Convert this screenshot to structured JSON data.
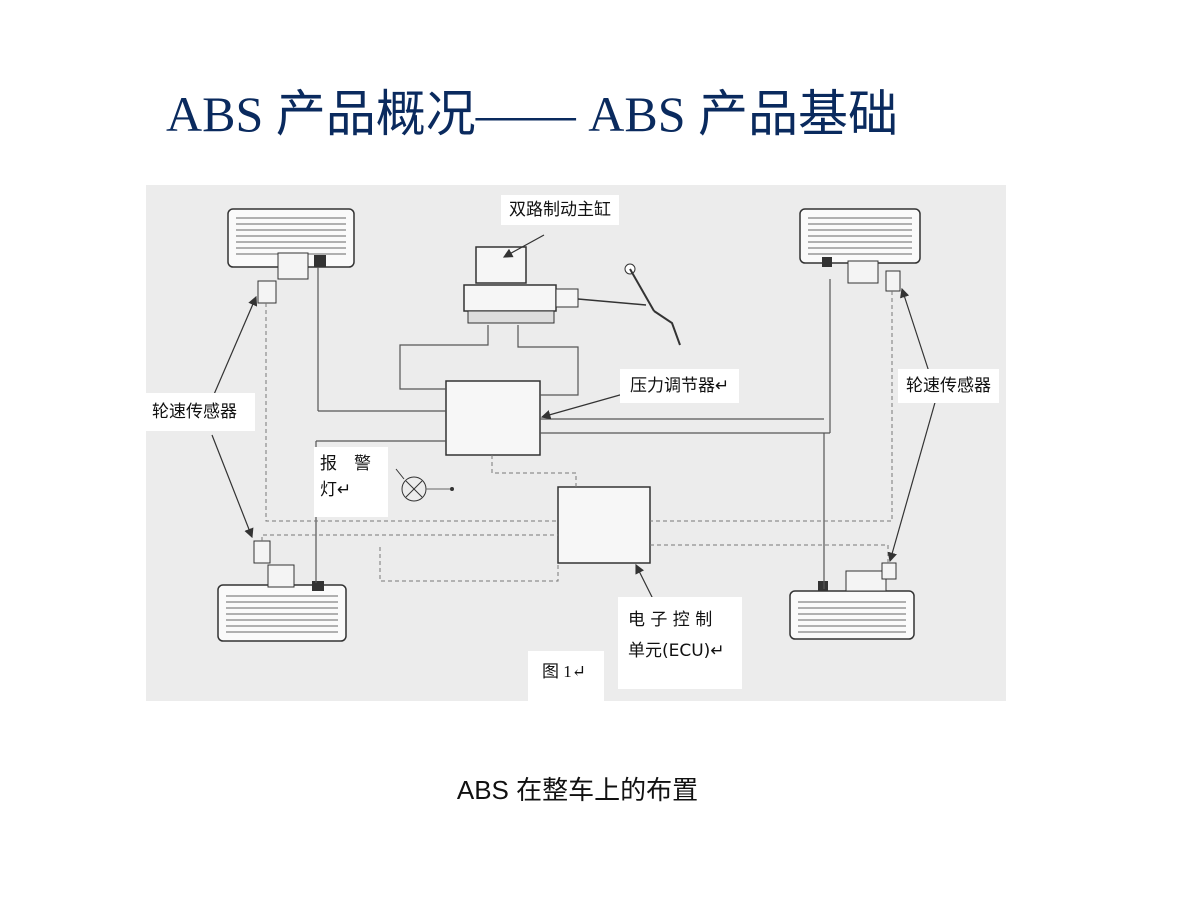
{
  "slide": {
    "title": "ABS 产品概况—— ABS 产品基础",
    "caption": "ABS 在整车上的布置"
  },
  "diagram": {
    "labels": {
      "master_cylinder": "双路制动主缸",
      "pressure_regulator": "压力调节器↵",
      "wheel_sensor_left": "轮速传感器",
      "wheel_sensor_right": "轮速传感器",
      "warning_lamp_line1": "报　警",
      "warning_lamp_line2": "灯↵",
      "ecu_line1": "电 子 控 制",
      "ecu_line2": "单元(ECU)↵",
      "figure_number": "图 1↵"
    }
  },
  "colors": {
    "title": "#0a2a5e",
    "figure_background": "#ececec",
    "line": "#555555"
  }
}
